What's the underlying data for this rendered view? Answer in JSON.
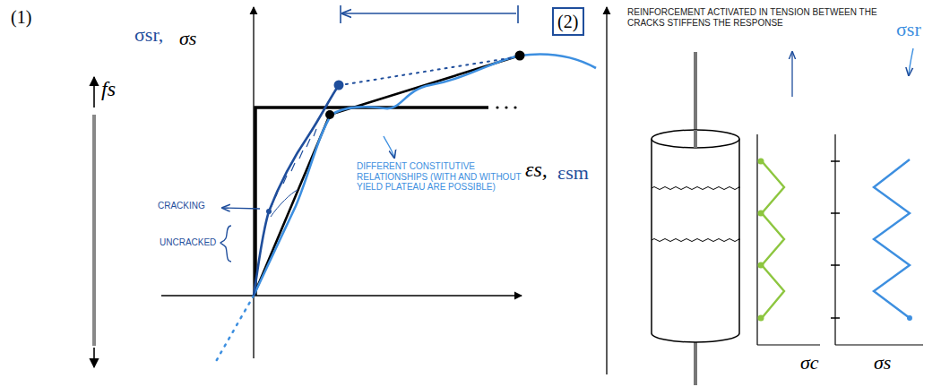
{
  "diagram": {
    "nodes": [
      {
        "text": [
          "(2)"
        ]
      }
    ],
    "labels": [
      "(1)",
      "σsr,",
      "σs",
      "fs",
      "CRACKING",
      "UNCRACKED",
      "DIFFERENT CONSTITUTIVE RELATIONSHIPS (WITH AND WITHOUT YIELD PLATEAU ARE POSSIBLE)",
      "εs,",
      "εsm",
      "REINFORCEMENT ACTIVATED IN TENSION BETWEEN THE CRACKS STIFFENS THE RESPONSE",
      "σc",
      "σs",
      "σsr"
    ]
  }
}
